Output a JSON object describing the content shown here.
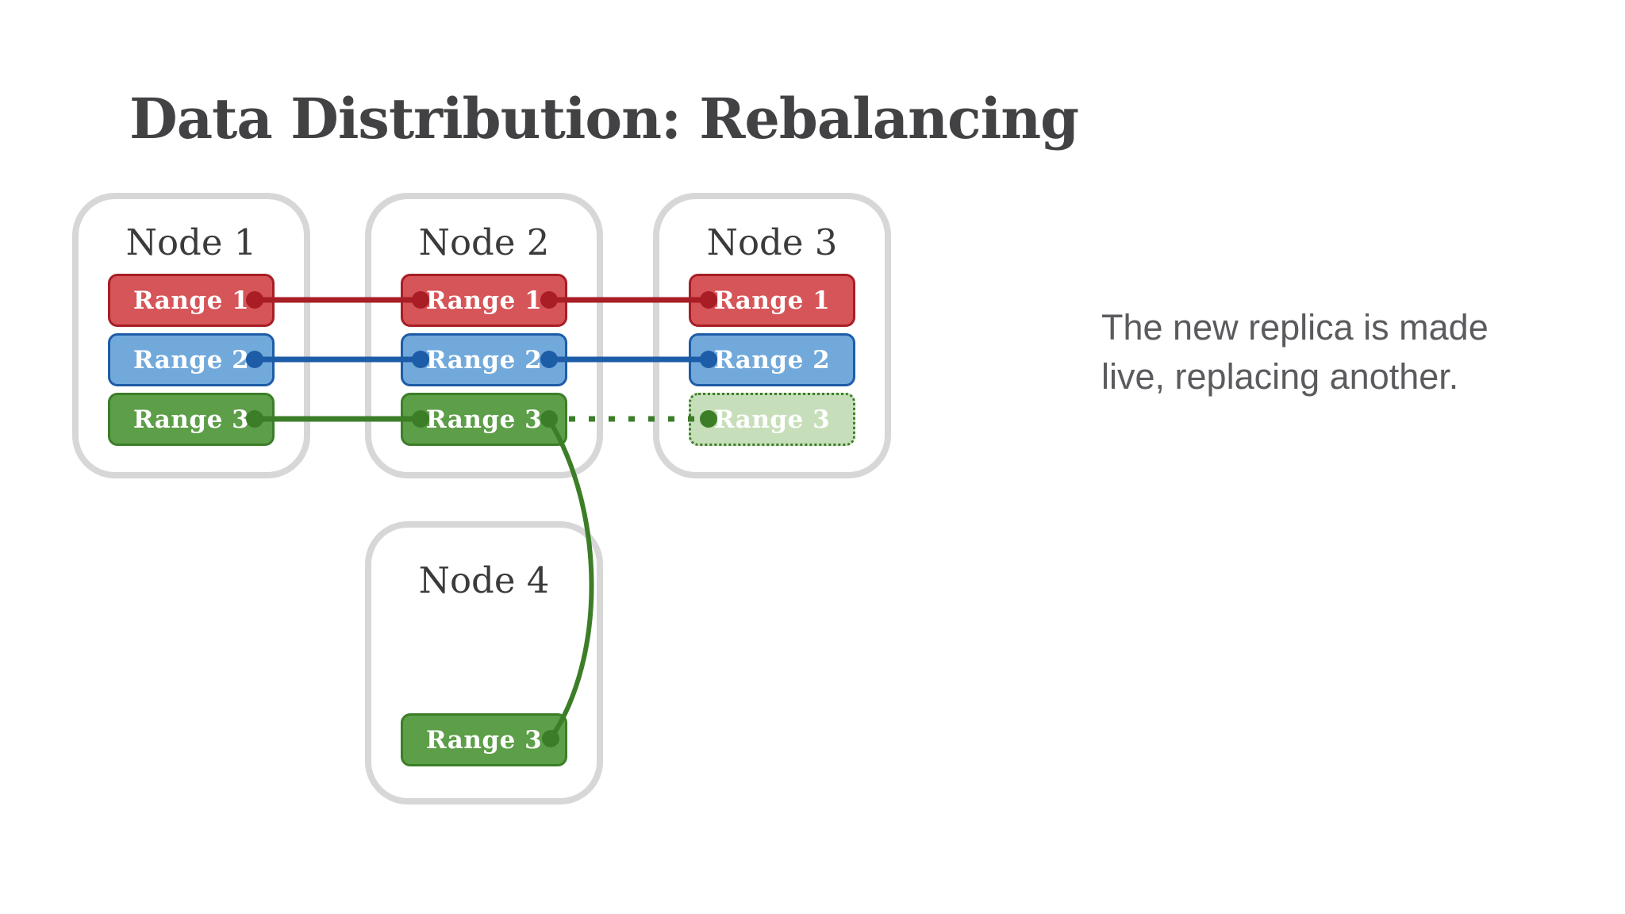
{
  "slide": {
    "title": "Data Distribution: Rebalancing",
    "caption": {
      "line1": "The new replica is made",
      "line2": "live, replacing another."
    }
  },
  "nodes": [
    {
      "name": "Node 1",
      "ranges": [
        {
          "label": "Range 1",
          "range": "range1",
          "state": "live"
        },
        {
          "label": "Range 2",
          "range": "range2",
          "state": "live"
        },
        {
          "label": "Range 3",
          "range": "range3",
          "state": "live"
        }
      ]
    },
    {
      "name": "Node 2",
      "ranges": [
        {
          "label": "Range 1",
          "range": "range1",
          "state": "live"
        },
        {
          "label": "Range 2",
          "range": "range2",
          "state": "live"
        },
        {
          "label": "Range 3",
          "range": "range3",
          "state": "live"
        }
      ]
    },
    {
      "name": "Node 3",
      "ranges": [
        {
          "label": "Range 1",
          "range": "range1",
          "state": "live"
        },
        {
          "label": "Range 2",
          "range": "range2",
          "state": "live"
        },
        {
          "label": "Range 3",
          "range": "range3",
          "state": "new-replica-pending"
        }
      ]
    },
    {
      "name": "Node 4",
      "ranges": [
        {
          "label": "Range 3",
          "range": "range3",
          "state": "live"
        }
      ]
    }
  ],
  "connections": [
    {
      "from": "node1.range1",
      "to": "node2.range1",
      "style": "solid",
      "color": "#a81e24"
    },
    {
      "from": "node2.range1",
      "to": "node3.range1",
      "style": "solid",
      "color": "#a81e24"
    },
    {
      "from": "node1.range2",
      "to": "node2.range2",
      "style": "solid",
      "color": "#1d5ca7"
    },
    {
      "from": "node2.range2",
      "to": "node3.range2",
      "style": "solid",
      "color": "#1d5ca7"
    },
    {
      "from": "node1.range3",
      "to": "node2.range3",
      "style": "solid",
      "color": "#3c7e28"
    },
    {
      "from": "node2.range3",
      "to": "node3.range3",
      "style": "dotted",
      "color": "#3c7e28"
    },
    {
      "from": "node2.range3",
      "to": "node4.range3",
      "style": "curved",
      "color": "#3c7e28"
    }
  ],
  "colors": {
    "range1_fill": "#d65559",
    "range1_border": "#a81e24",
    "range2_fill": "#72a9db",
    "range2_border": "#1d5ca7",
    "range3_fill": "#5d9e48",
    "range3_border": "#3c7e28",
    "range3_pending_fill": "#c6dfba",
    "node_border": "#d7d7d7",
    "title": "#424245",
    "caption": "#5a5b5e"
  }
}
